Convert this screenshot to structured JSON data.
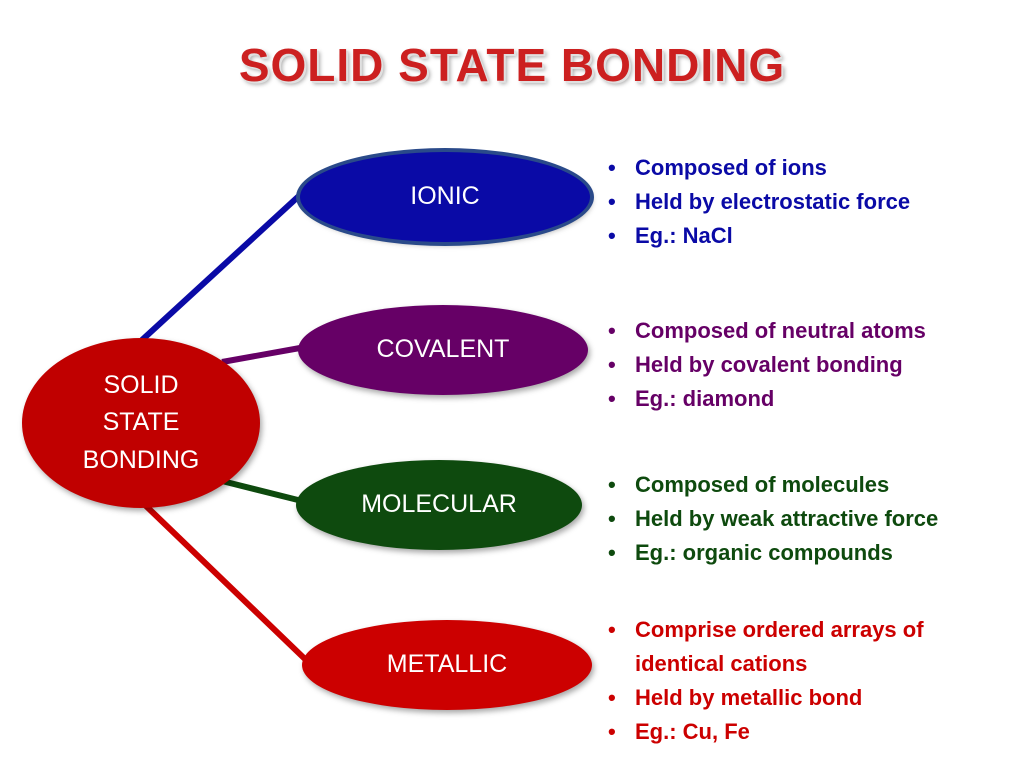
{
  "title": "SOLID STATE BONDING",
  "colors": {
    "title": "#cc2020",
    "ionic": "#0a0aa6",
    "covalent": "#660066",
    "molecular": "#0e4a0e",
    "metallic": "#cc0000",
    "center": "#c00000"
  },
  "center": {
    "lines": [
      "SOLID",
      "STATE",
      "BONDING"
    ]
  },
  "nodes": {
    "ionic": {
      "label": "IONIC",
      "points": [
        "Composed of ions",
        "Held by electrostatic force",
        "Eg.: NaCl"
      ]
    },
    "covalent": {
      "label": "COVALENT",
      "points": [
        "Composed of neutral atoms",
        "Held by covalent bonding",
        "Eg.: diamond"
      ]
    },
    "molecular": {
      "label": "MOLECULAR",
      "points": [
        "Composed of molecules",
        "Held by weak attractive force",
        "Eg.: organic compounds"
      ]
    },
    "metallic": {
      "label": "METALLIC",
      "points": [
        "Comprise ordered arrays of identical cations",
        "Held by metallic bond",
        "Eg.: Cu, Fe"
      ]
    }
  }
}
